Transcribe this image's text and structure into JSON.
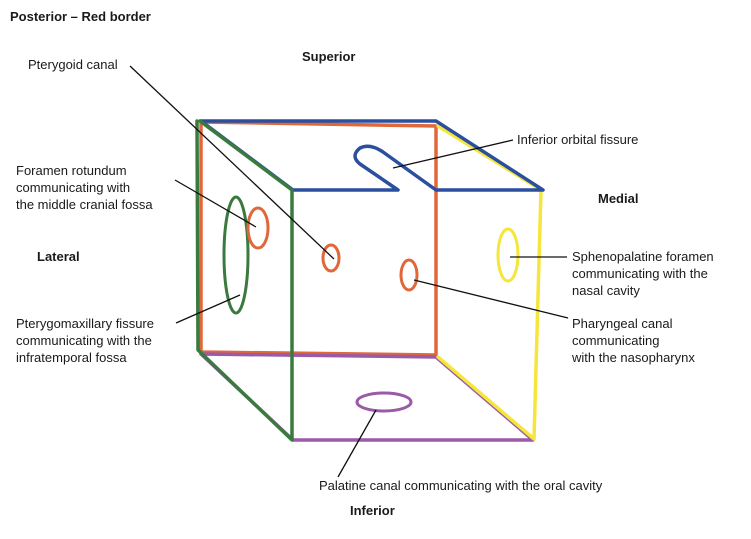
{
  "title": "Posterior – Red border",
  "directions": {
    "superior": "Superior",
    "inferior": "Inferior",
    "medial": "Medial",
    "lateral": "Lateral"
  },
  "labels": {
    "pterygoid": "Pterygoid canal",
    "inferior_orbital": "Inferior orbital fissure",
    "foramen_rotundum": [
      "Foramen rotundum",
      "communicating with",
      "the middle cranial fossa"
    ],
    "pterygomaxillary": [
      "Pterygomaxillary fissure",
      "communicating with the",
      "infratemporal fossa"
    ],
    "sphenopalatine": [
      "Sphenopalatine foramen",
      "communicating with the",
      "nasal cavity"
    ],
    "pharyngeal": [
      "Pharyngeal canal",
      "communicating",
      "with the nasopharynx"
    ],
    "palatine": "Palatine canal communicating with the oral cavity"
  },
  "colors": {
    "posterior": "#e0673a",
    "superior": "#2a4f9e",
    "lateral": "#3a7a3f",
    "medial": "#f5e63c",
    "inferior": "#9a5aa8"
  }
}
